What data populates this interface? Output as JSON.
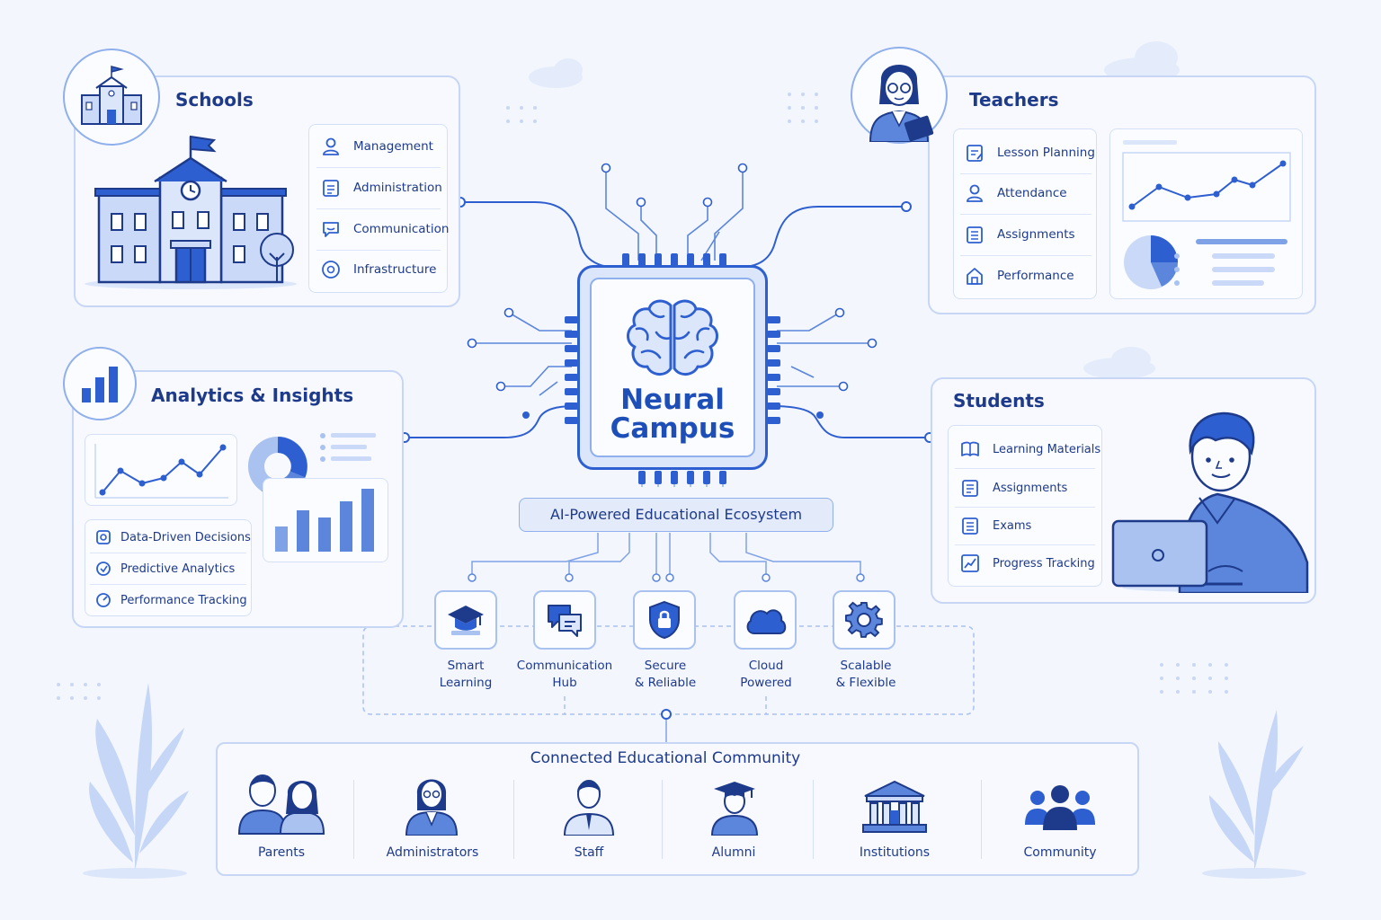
{
  "hub": {
    "name_line1": "Neural",
    "name_line2": "Campus",
    "tagline": "AI-Powered Educational Ecosystem"
  },
  "schools": {
    "title": "Schools",
    "items": [
      "Management",
      "Administration",
      "Communication",
      "Infrastructure"
    ]
  },
  "teachers": {
    "title": "Teachers",
    "items": [
      "Lesson Planning",
      "Attendance",
      "Assignments",
      "Performance"
    ]
  },
  "analytics": {
    "title": "Analytics & Insights",
    "items": [
      "Data-Driven Decisions",
      "Predictive Analytics",
      "Performance Tracking"
    ]
  },
  "students": {
    "title": "Students",
    "items": [
      "Learning Materials",
      "Assignments",
      "Exams",
      "Progress Tracking"
    ]
  },
  "features": [
    {
      "line1": "Smart",
      "line2": "Learning",
      "icon": "graduation-cap-icon"
    },
    {
      "line1": "Communication",
      "line2": "Hub",
      "icon": "chat-bubbles-icon"
    },
    {
      "line1": "Secure",
      "line2": "& Reliable",
      "icon": "shield-lock-icon"
    },
    {
      "line1": "Cloud",
      "line2": "Powered",
      "icon": "cloud-icon"
    },
    {
      "line1": "Scalable",
      "line2": "& Flexible",
      "icon": "gear-icon"
    }
  ],
  "community": {
    "title": "Connected Educational Community",
    "members": [
      "Parents",
      "Administrators",
      "Staff",
      "Alumni",
      "Institutions",
      "Community"
    ]
  },
  "colors": {
    "primary": "#2e5fd0",
    "dark": "#1e3a8a",
    "light": "#dbe6fb",
    "background": "#f3f6fd"
  }
}
